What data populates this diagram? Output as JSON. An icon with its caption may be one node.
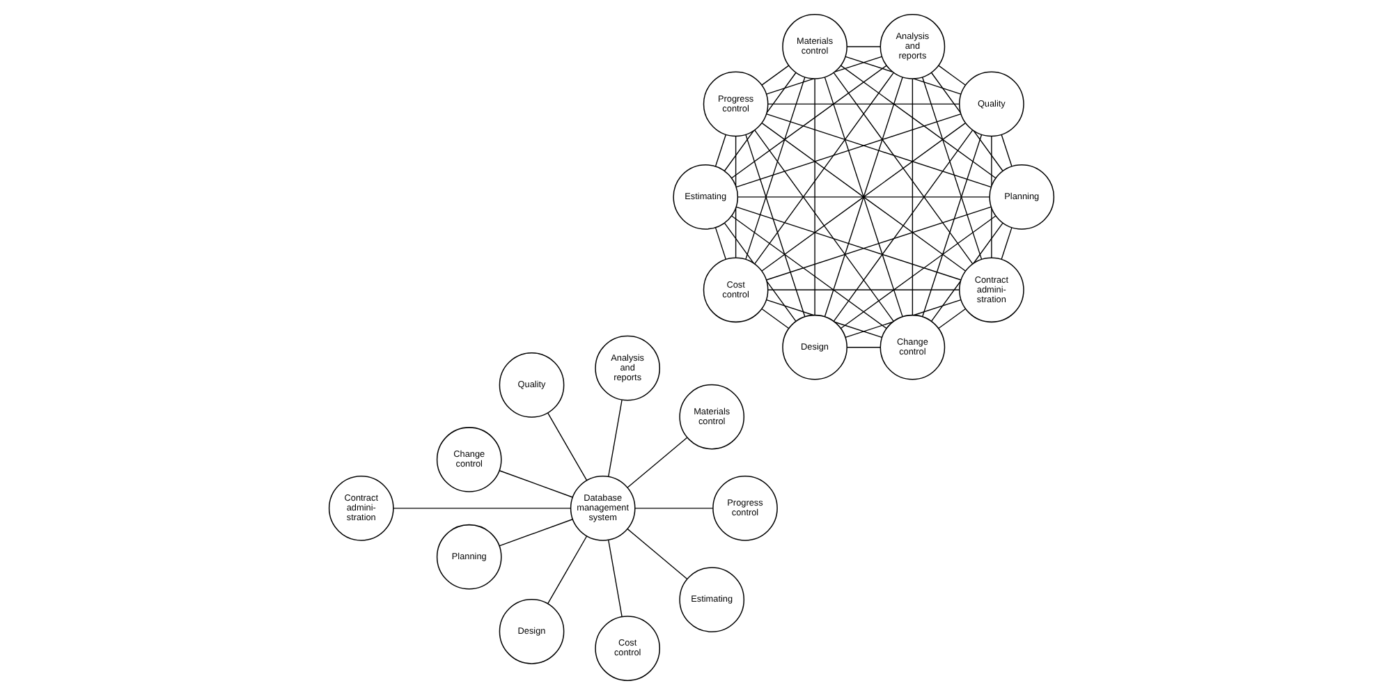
{
  "diagram": {
    "nodes": [
      {
        "text": [
          "Contract admini- stration"
        ]
      },
      {
        "text": [
          "Planning"
        ]
      },
      {
        "text": [
          "Design"
        ]
      },
      {
        "text": [
          "Cost control"
        ]
      },
      {
        "text": [
          "Estimating"
        ]
      },
      {
        "text": [
          "Progress control"
        ]
      },
      {
        "text": [
          "Materials control"
        ]
      },
      {
        "text": [
          "Analysis and reports"
        ]
      },
      {
        "text": [
          "Quality"
        ]
      },
      {
        "text": [
          "Change control"
        ]
      },
      {
        "text": [
          "Contract admini- stration"
        ]
      },
      {
        "text": [
          "Planning"
        ]
      },
      {
        "text": [
          "Design"
        ]
      },
      {
        "text": [
          "Cost control"
        ]
      },
      {
        "text": [
          "Estimating"
        ]
      },
      {
        "text": [
          "Database management system"
        ]
      },
      {
        "text": [
          "Progress control"
        ]
      },
      {
        "text": [
          "Materials control"
        ]
      },
      {
        "text": [
          "Analysis and reports"
        ]
      },
      {
        "text": [
          "Quality"
        ]
      },
      {
        "text": [
          "Change control"
        ]
      }
    ],
    "edges": [
      {
        "from": 0,
        "to": 2,
        "arrow": "none"
      },
      {
        "from": 2,
        "to": 4,
        "arrow": "none"
      },
      {
        "from": 4,
        "to": 6,
        "arrow": "none"
      },
      {
        "from": 6,
        "to": 8,
        "arrow": "none"
      },
      {
        "from": 8,
        "to": 9,
        "arrow": "none"
      },
      {
        "from": 9,
        "to": 7,
        "arrow": "none"
      },
      {
        "from": 7,
        "to": 5,
        "arrow": "none"
      },
      {
        "from": 5,
        "to": 3,
        "arrow": "none"
      },
      {
        "from": 3,
        "to": 1,
        "arrow": "none"
      },
      {
        "from": 1,
        "to": 0,
        "arrow": "none"
      },
      {
        "from": 0,
        "to": 3,
        "arrow": "none"
      },
      {
        "from": 0,
        "to": 4,
        "arrow": "none"
      },
      {
        "from": 0,
        "to": 5,
        "arrow": "none"
      },
      {
        "from": 0,
        "to": 6,
        "arrow": "none"
      },
      {
        "from": 0,
        "to": 7,
        "arrow": "none"
      },
      {
        "from": 0,
        "to": 8,
        "arrow": "none"
      },
      {
        "from": 0,
        "to": 9,
        "arrow": "none"
      },
      {
        "from": 1,
        "to": 2,
        "arrow": "none"
      },
      {
        "from": 1,
        "to": 4,
        "arrow": "none"
      },
      {
        "from": 1,
        "to": 5,
        "arrow": "none"
      },
      {
        "from": 1,
        "to": 6,
        "arrow": "none"
      },
      {
        "from": 1,
        "to": 7,
        "arrow": "none"
      },
      {
        "from": 1,
        "to": 8,
        "arrow": "none"
      },
      {
        "from": 1,
        "to": 9,
        "arrow": "none"
      },
      {
        "from": 2,
        "to": 3,
        "arrow": "none"
      },
      {
        "from": 2,
        "to": 5,
        "arrow": "none"
      },
      {
        "from": 2,
        "to": 6,
        "arrow": "none"
      },
      {
        "from": 2,
        "to": 7,
        "arrow": "none"
      },
      {
        "from": 2,
        "to": 8,
        "arrow": "none"
      },
      {
        "from": 2,
        "to": 9,
        "arrow": "none"
      },
      {
        "from": 3,
        "to": 4,
        "arrow": "none"
      },
      {
        "from": 3,
        "to": 6,
        "arrow": "none"
      },
      {
        "from": 3,
        "to": 7,
        "arrow": "none"
      },
      {
        "from": 3,
        "to": 8,
        "arrow": "none"
      },
      {
        "from": 3,
        "to": 9,
        "arrow": "none"
      },
      {
        "from": 4,
        "to": 5,
        "arrow": "none"
      },
      {
        "from": 4,
        "to": 7,
        "arrow": "none"
      },
      {
        "from": 4,
        "to": 8,
        "arrow": "none"
      },
      {
        "from": 4,
        "to": 9,
        "arrow": "none"
      },
      {
        "from": 5,
        "to": 6,
        "arrow": "none"
      },
      {
        "from": 5,
        "to": 8,
        "arrow": "none"
      },
      {
        "from": 5,
        "to": 9,
        "arrow": "none"
      },
      {
        "from": 6,
        "to": 7,
        "arrow": "none"
      },
      {
        "from": 6,
        "to": 9,
        "arrow": "none"
      },
      {
        "from": 7,
        "to": 8,
        "arrow": "none"
      },
      {
        "from": 15,
        "to": 10,
        "arrow": "none"
      },
      {
        "from": 15,
        "to": 12,
        "arrow": "none"
      },
      {
        "from": 15,
        "to": 14,
        "arrow": "none"
      },
      {
        "from": 15,
        "to": 17,
        "arrow": "none"
      },
      {
        "from": 15,
        "to": 19,
        "arrow": "none"
      },
      {
        "from": 15,
        "to": 20,
        "arrow": "none"
      },
      {
        "from": 15,
        "to": 18,
        "arrow": "none"
      },
      {
        "from": 15,
        "to": 16,
        "arrow": "none"
      },
      {
        "from": 15,
        "to": 13,
        "arrow": "none"
      },
      {
        "from": 15,
        "to": 11,
        "arrow": "none"
      }
    ]
  }
}
